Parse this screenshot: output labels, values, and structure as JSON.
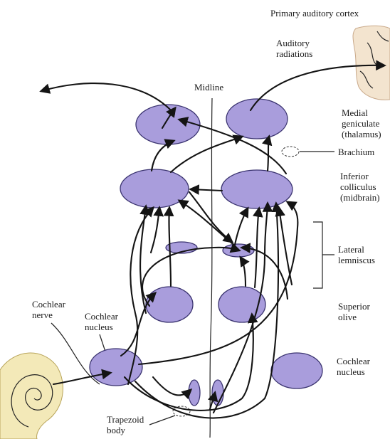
{
  "labels": {
    "primary_auditory_cortex": "Primary auditory cortex",
    "auditory_radiations_1": "Auditory",
    "auditory_radiations_2": "radiations",
    "midline": "Midline",
    "medial_geniculate_1": "Medial",
    "medial_geniculate_2": "geniculate",
    "medial_geniculate_3": "(thalamus)",
    "brachium": "Brachium",
    "inferior_colliculus_1": "Inferior",
    "inferior_colliculus_2": "colliculus",
    "inferior_colliculus_3": "(midbrain)",
    "lateral_lemniscus_1": "Lateral",
    "lateral_lemniscus_2": "lemniscus",
    "superior_olive_1": "Superior",
    "superior_olive_2": "olive",
    "cochlear_nucleus_right_1": "Cochlear",
    "cochlear_nucleus_right_2": "nucleus",
    "cochlear_nerve_1": "Cochlear",
    "cochlear_nerve_2": "nerve",
    "cochlear_nucleus_left_1": "Cochlear",
    "cochlear_nucleus_left_2": "nucleus",
    "trapezoid_body_1": "Trapezoid",
    "trapezoid_body_2": "body"
  },
  "colors": {
    "nucleus_fill": "#a99ddc",
    "cortex_fill": "#f3e4cf",
    "cochlea_fill": "#f3e9b8"
  }
}
